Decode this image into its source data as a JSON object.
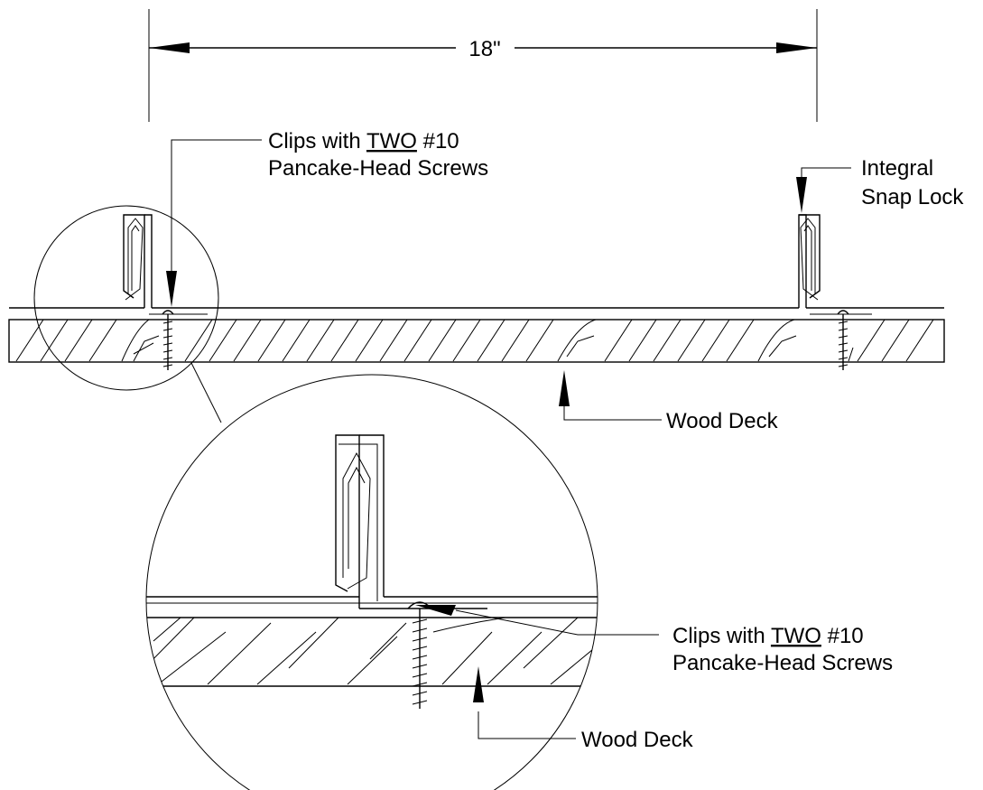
{
  "dimension": {
    "text": "18\""
  },
  "labels": {
    "clips_top_line1": "Clips with ",
    "clips_top_two": "TWO",
    "clips_top_line1_end": " #10",
    "clips_top_line2": "Pancake-Head Screws",
    "snap_line1": "Integral",
    "snap_line2": "Snap Lock",
    "wood_deck_top": "Wood Deck",
    "clips_detail_line1": "Clips with ",
    "clips_detail_two": "TWO",
    "clips_detail_line1_end": " #10",
    "clips_detail_line2": "Pancake-Head Screws",
    "wood_deck_detail": "Wood Deck"
  },
  "colors": {
    "line": "#000000",
    "background": "#ffffff"
  }
}
